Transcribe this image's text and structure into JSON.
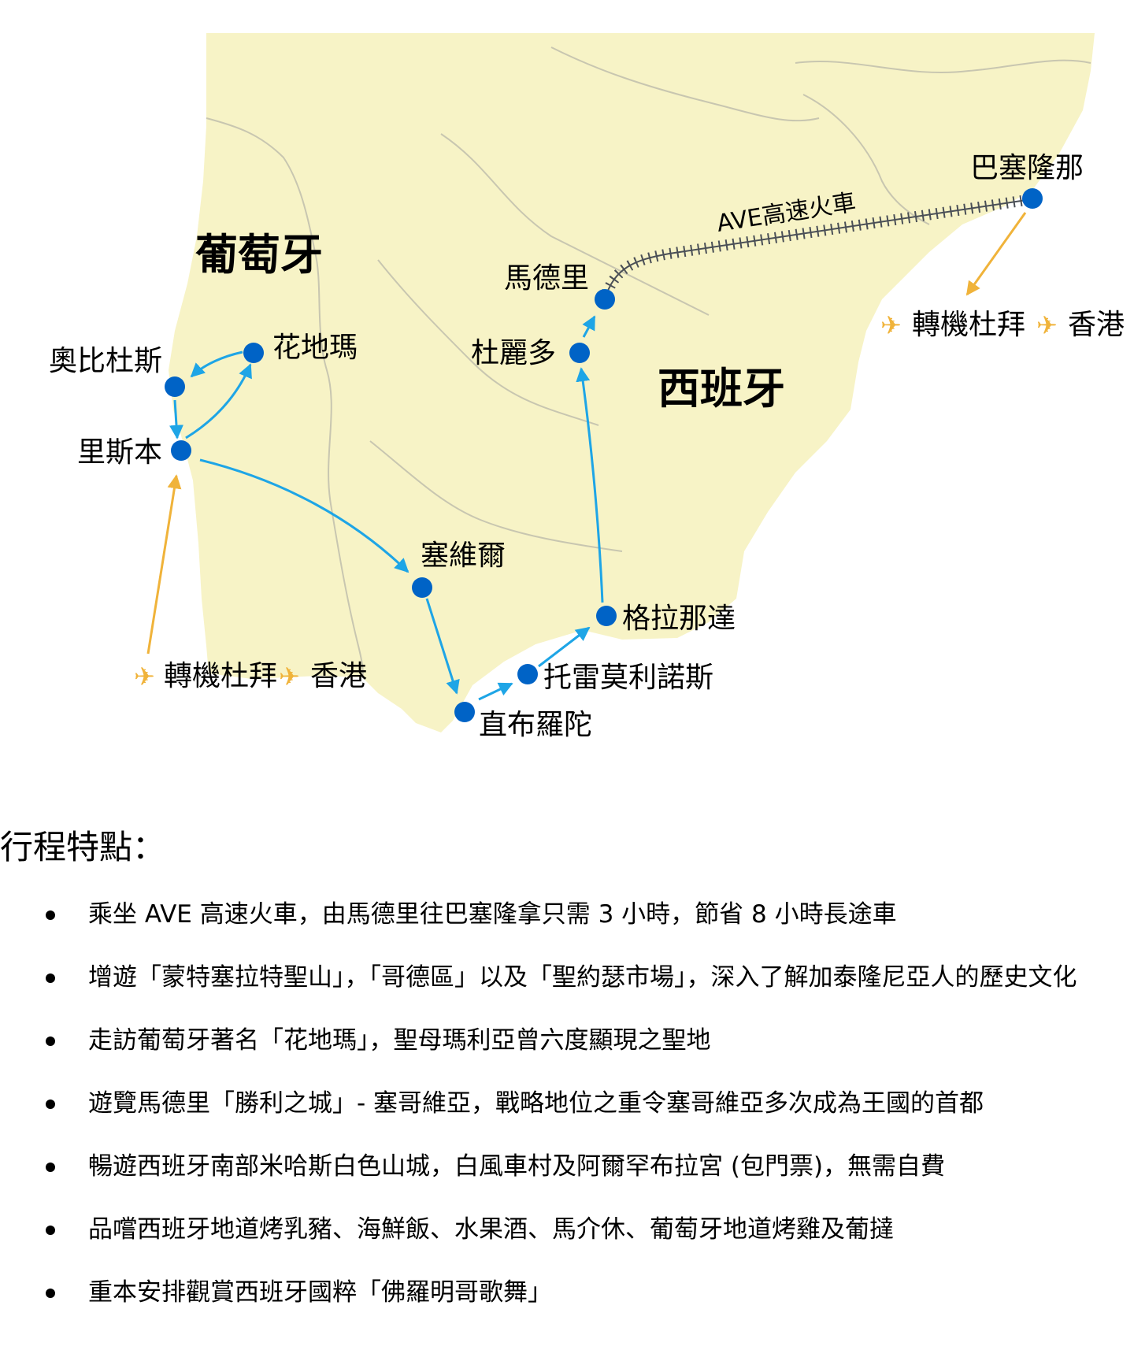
{
  "map": {
    "countries": {
      "portugal": "葡萄牙",
      "spain": "西班牙"
    },
    "cities": {
      "barcelona": "巴塞隆那",
      "madrid": "馬德里",
      "toledo": "杜麗多",
      "fatima": "花地瑪",
      "obidos": "奧比杜斯",
      "lisbon": "里斯本",
      "seville": "塞維爾",
      "granada": "格拉那達",
      "torremolinos": "托雷莫利諾斯",
      "gibraltar": "直布羅陀"
    },
    "train_label": "AVE高速火車",
    "flight_in": {
      "transfer": "轉機杜拜",
      "origin": "香港"
    },
    "flight_out": {
      "transfer": "轉機杜拜",
      "destination": "香港"
    },
    "colors": {
      "land": "#f7f3c6",
      "border": "#c8c6b0",
      "route": "#1ea5e6",
      "dot": "#0063c6",
      "flight": "#f0b33a"
    }
  },
  "features": {
    "title": "行程特點：",
    "items": [
      "乘坐 AVE 高速火車，由馬德里往巴塞隆拿只需 3 小時，節省 8 小時長途車",
      "增遊「蒙特塞拉特聖山」，「哥德區」以及「聖約瑟市場」，深入了解加泰隆尼亞人的歷史文化",
      "走訪葡萄牙著名「花地瑪」，聖母瑪利亞曾六度顯現之聖地",
      "遊覽馬德里「勝利之城」- 塞哥維亞，戰略地位之重令塞哥維亞多次成為王國的首都",
      "暢遊西班牙南部米哈斯白色山城，白風車村及阿爾罕布拉宮 (包門票)，無需自費",
      "品嚐西班牙地道烤乳豬、海鮮飯、水果酒、馬介休、葡萄牙地道烤雞及葡撻",
      "重本安排觀賞西班牙國粹「佛羅明哥歌舞」"
    ]
  }
}
